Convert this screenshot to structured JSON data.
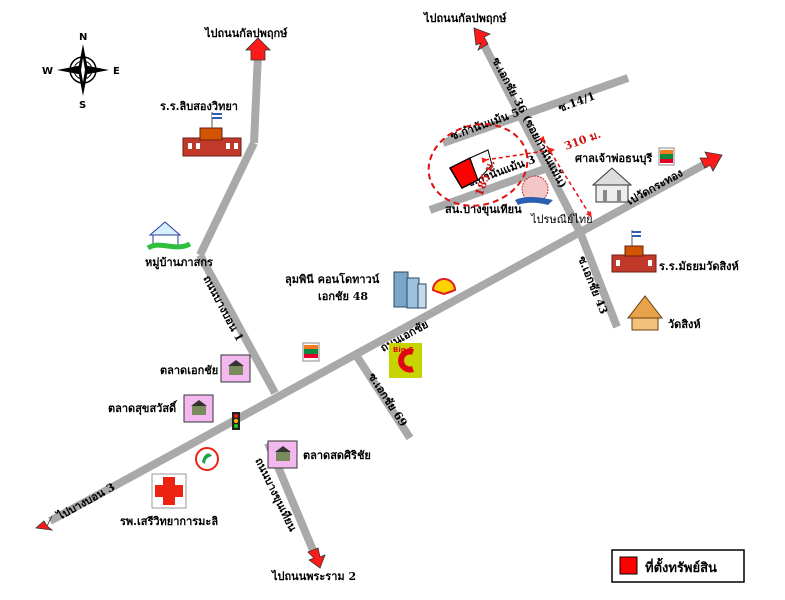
{
  "compass": {
    "n": "N",
    "s": "S",
    "e": "E",
    "w": "W"
  },
  "directions": {
    "to_kanlapaphruek_left": "ไปถนนกัลปพฤกษ์",
    "to_kanlapaphruek_right": "ไปถนนกัลปพฤกษ์",
    "to_wat_krathong": "ไปวัดกระทอง",
    "to_bang_bon_3": "ไปบางบอน 3",
    "to_rama_2": "ไปถนนพระราม 2"
  },
  "roads": {
    "bang_bon_1": "ถนนบางบอน 1",
    "ekkachai": "ถนนเอกชัย",
    "ekkachai_69": "ซ.เอกชัย 69",
    "ekkachai_43": "ซ.เอกชัย 43",
    "ekkachai_36": "ซ.เอกชัย 36 (ซอยกำนันแม้น)",
    "kamnan_maen_5": "ซ.กำนันแม้น 5",
    "kamnan_maen_3": "ซ.กำนันแม้น 3",
    "soi_14_1": "ซ.14/1",
    "bang_khun_thian": "ถนนบางขุนเทียน"
  },
  "distances": {
    "d1": "185 ม.",
    "d2": "310 ม."
  },
  "places": {
    "school_lipsong": "ร.ร.ลิบสองวิทยา",
    "village_pasakorn": "หมู่บ้านภาสกร",
    "condo_line1": "ลุมพินี คอนโดทาวน์",
    "condo_line2": "เอกชัย 48",
    "post_office": "สน.บางขุนเทียน",
    "shrine": "ศาลเจ้าพ่อธนบุรี",
    "school_wat_sing": "ร.ร.มัธยมวัดสิงห์",
    "wat_sing": "วัดสิงห์",
    "market_ekkachai": "ตลาดเอกชัย",
    "market_suksawat": "ตลาดสุขสวัสดิ์",
    "market_sodsirichai": "ตลาดสดศิริชัย",
    "hospital": "รพ.เสรีวิทยาการมะลิ",
    "post_logo": "ไปรษณีย์ไทย",
    "bigc": "Big C"
  },
  "legend": {
    "label": "ที่ตั้งทรัพย์สิน"
  },
  "colors": {
    "road": "#a9a9a9",
    "arrow": "#ff1a1a",
    "property": "#ff0000",
    "seven_eleven_green": "#0a8a3c",
    "seven_eleven_orange": "#f47b20",
    "bigc_yellow": "#c8d400",
    "bigc_red": "#e30613",
    "market_bg": "#f4b8f0"
  }
}
